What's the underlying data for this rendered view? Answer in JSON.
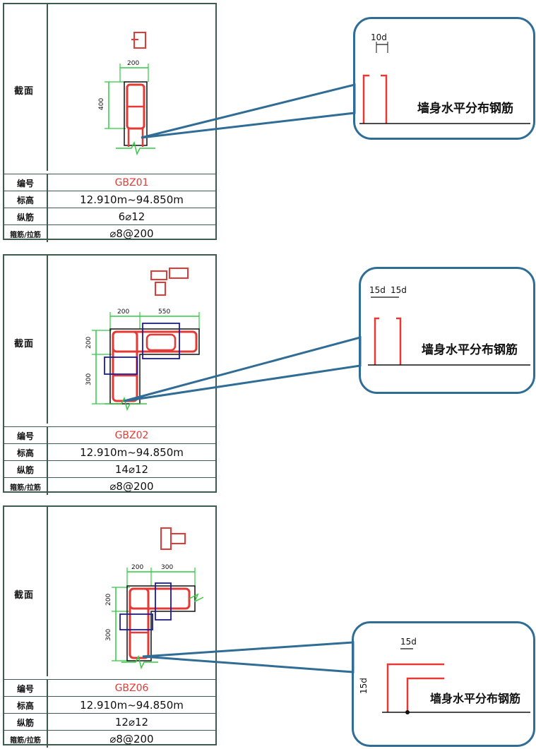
{
  "labels": {
    "section": "截面",
    "number": "编号",
    "elevation": "标高",
    "longitudinal": "纵筋",
    "stirrup": "箍筋/拉筋"
  },
  "panels": [
    {
      "number": "GBZ01",
      "elevation": "12.910m~94.850m",
      "longitudinal": "6⌀12",
      "stirrup": "⌀8@200",
      "dims": {
        "top": "200",
        "side": "400"
      },
      "callout": {
        "dims": [
          "10d"
        ],
        "text": "墙身水平分布钢筋"
      }
    },
    {
      "number": "GBZ02",
      "elevation": "12.910m~94.850m",
      "longitudinal": "14⌀12",
      "stirrup": "⌀8@200",
      "dims": {
        "top1": "200",
        "top2": "550",
        "side1": "200",
        "side2": "300"
      },
      "callout": {
        "dims": [
          "15d",
          "15d"
        ],
        "text": "墙身水平分布钢筋"
      }
    },
    {
      "number": "GBZ06",
      "elevation": "12.910m~94.850m",
      "longitudinal": "12⌀12",
      "stirrup": "⌀8@200",
      "dims": {
        "top1": "200",
        "top2": "300",
        "side1": "200",
        "side2": "300"
      },
      "callout": {
        "dims": [
          "15d",
          "15d"
        ],
        "text": "墙身水平分布钢筋"
      }
    }
  ],
  "colors": {
    "rebar": "#e53935",
    "dimension": "#2ecc40",
    "detail": "#1a1aa8",
    "frame": "#3e5a4e",
    "callout": "#2f6d96"
  }
}
